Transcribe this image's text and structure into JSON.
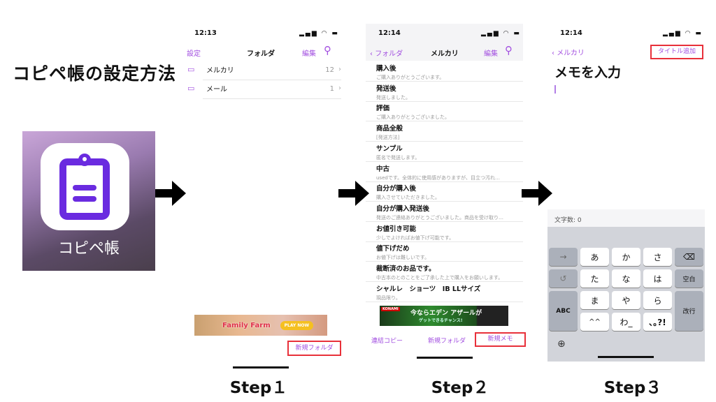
{
  "title": "コピペ帳の設定方法",
  "app": {
    "label": "コピペ帳"
  },
  "colors": {
    "accent": "#a24fe0",
    "highlight": "#e8303a",
    "icon": "#6a2be0"
  },
  "screen1": {
    "time": "12:13",
    "nav_left": "設定",
    "nav_title": "フォルダ",
    "nav_edit": "編集",
    "folders": [
      {
        "name": "メルカリ",
        "count": "12"
      },
      {
        "name": "メール",
        "count": "1"
      }
    ],
    "ad": {
      "title": "Family Farm",
      "cta": "PLAY NOW"
    },
    "new_folder": "新規フォルダ",
    "step": "Step１"
  },
  "screen2": {
    "time": "12:14",
    "back": "フォルダ",
    "nav_title": "メルカリ",
    "nav_edit": "編集",
    "items": [
      {
        "t": "購入後",
        "s": "ご購入ありがとうございます。"
      },
      {
        "t": "発送後",
        "s": "発送しました。"
      },
      {
        "t": "評価",
        "s": "ご購入ありがとうございました。"
      },
      {
        "t": "商品全般",
        "s": "[発送方法]"
      },
      {
        "t": "サンプル",
        "s": "匿名で発送します。"
      },
      {
        "t": "中古",
        "s": "usedです。全体的に使用感がありますが、目立つ汚れ…"
      },
      {
        "t": "自分が購入後",
        "s": "購入させていただきました。"
      },
      {
        "t": "自分が購入発送後",
        "s": "発送のご連絡ありがとうございました。商品を受け取り…"
      },
      {
        "t": "お値引き可能",
        "s": "少しでよければお値下げ可能です。"
      },
      {
        "t": "値下げだめ",
        "s": "お値下げは難しいです。"
      },
      {
        "t": "裁断済のお品です。",
        "s": "中古本のとのことをご了承した上で購入をお願いします。"
      },
      {
        "t": "シャルレ　ショーツ　IB LLサイズ",
        "s": "現品限り。"
      }
    ],
    "ad": {
      "brand": "KONAMI",
      "line1": "今ならエデン アザールが",
      "line2": "ゲットできるチャンス!"
    },
    "bottom": {
      "copy": "連結コピー",
      "folder": "新規フォルダ",
      "memo": "新規メモ"
    },
    "step": "Step２"
  },
  "screen3": {
    "time": "12:14",
    "back": "メルカリ",
    "add_title": "タイトル追加",
    "heading": "メモを入力",
    "char_count": "文字数: 0",
    "keys": {
      "arrow": "→",
      "undo": "↺",
      "abc": "ABC",
      "a": "あ",
      "ka": "か",
      "sa": "さ",
      "ta": "た",
      "na": "な",
      "ha": "は",
      "ma": "ま",
      "ya": "や",
      "ra": "ら",
      "kao": "^^",
      "wa": "わ_",
      "punct": "､｡?!",
      "space": "空白",
      "enter": "改行",
      "delete": "⌫",
      "globe": "🌐"
    },
    "step": "Step３"
  }
}
